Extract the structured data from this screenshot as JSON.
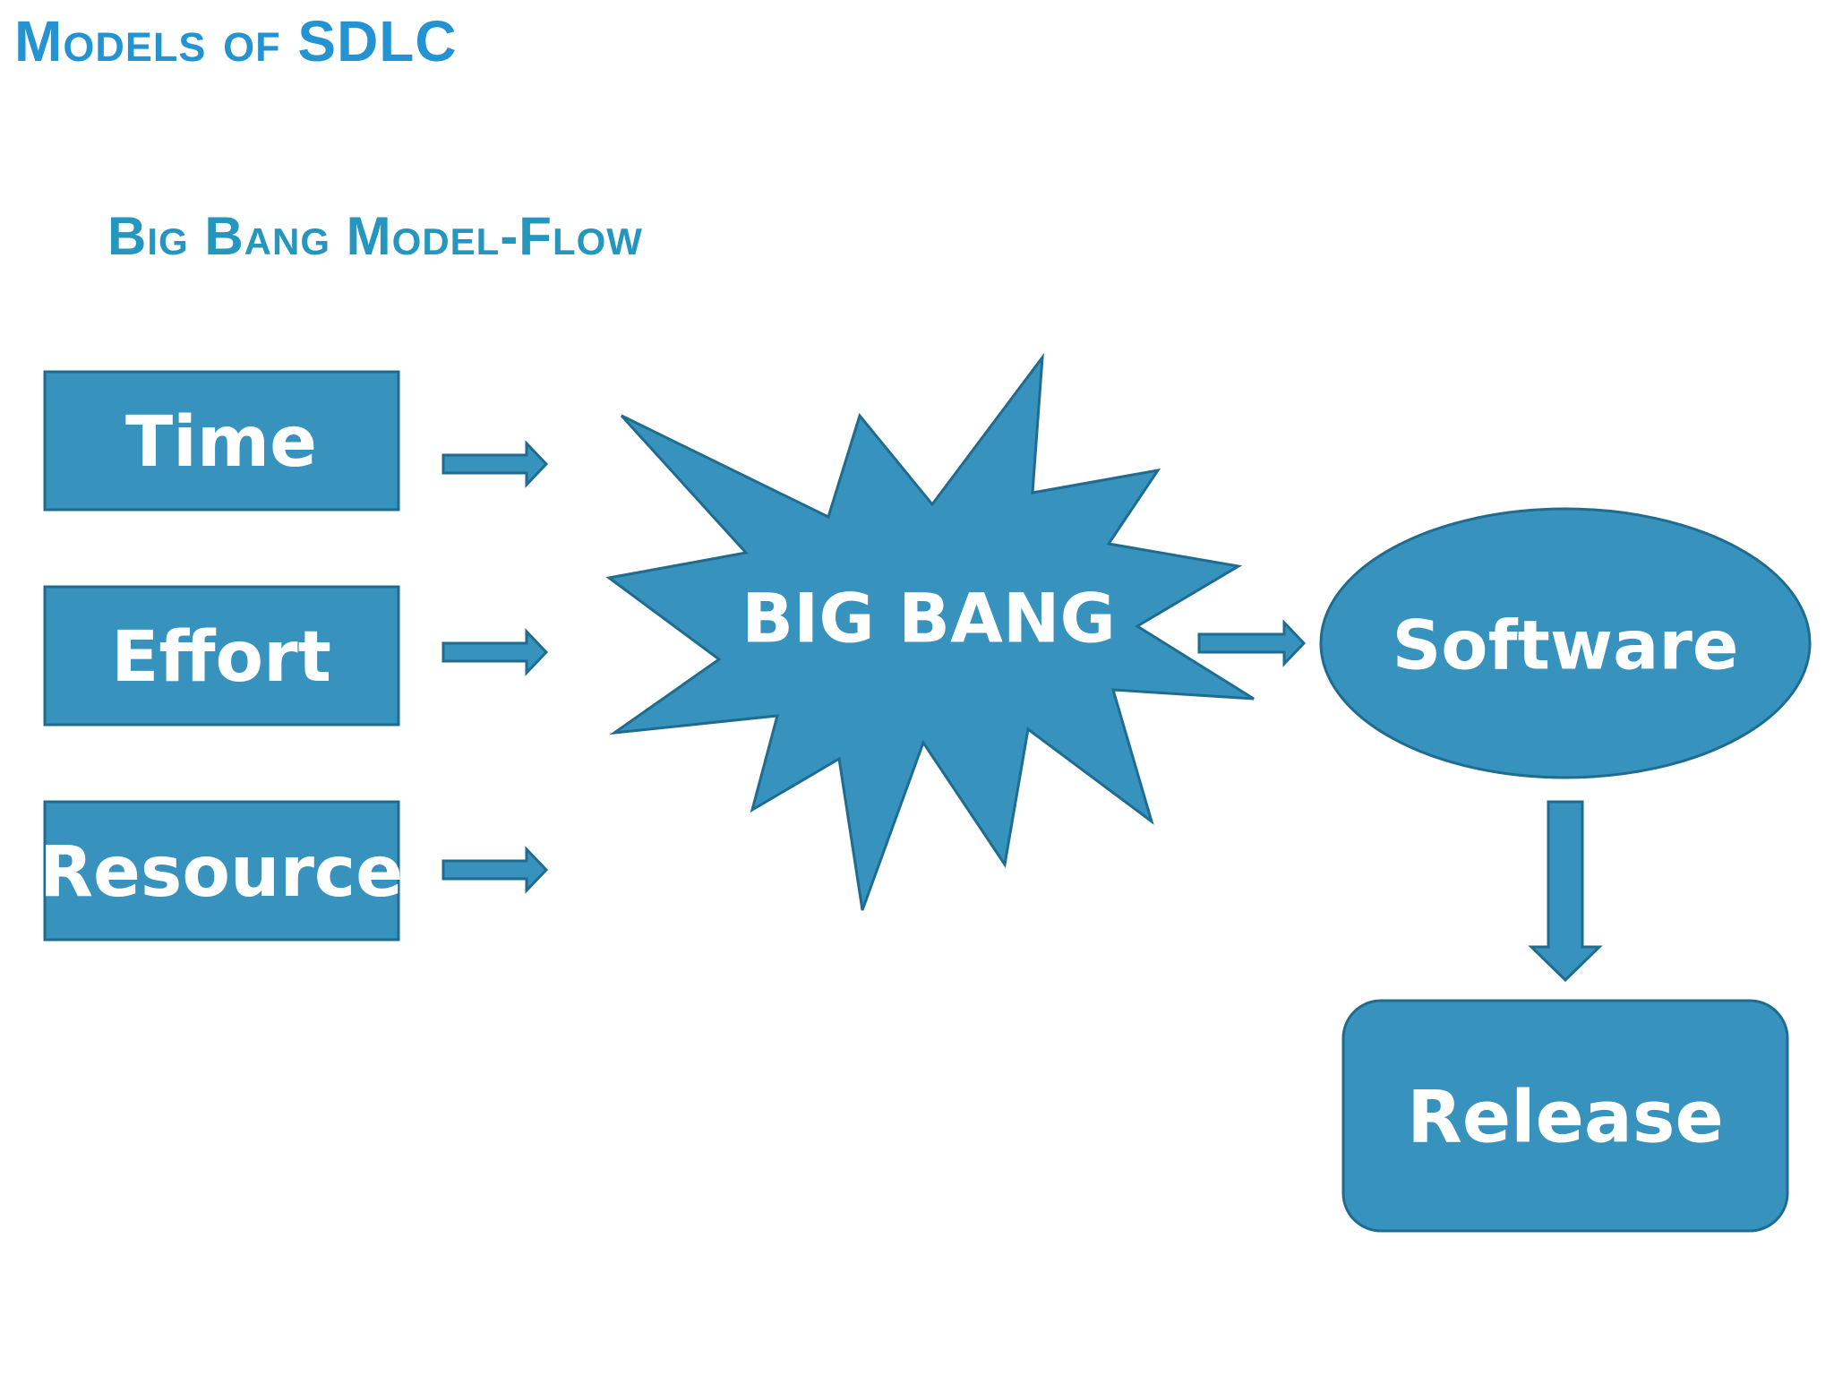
{
  "page_title": "Models of SDLC",
  "section_title": "Big Bang Model-Flow",
  "inputs": [
    {
      "label": "Time"
    },
    {
      "label": "Effort"
    },
    {
      "label": "Resource"
    }
  ],
  "center": {
    "label": "BIG BANG"
  },
  "output": {
    "label": "Software"
  },
  "release": {
    "label": "Release"
  },
  "colors": {
    "title": "#2394d1",
    "section_title": "#2596be",
    "shape_fill": "#3792bd",
    "shape_stroke": "#1f6c91",
    "text": "#ffffff"
  }
}
